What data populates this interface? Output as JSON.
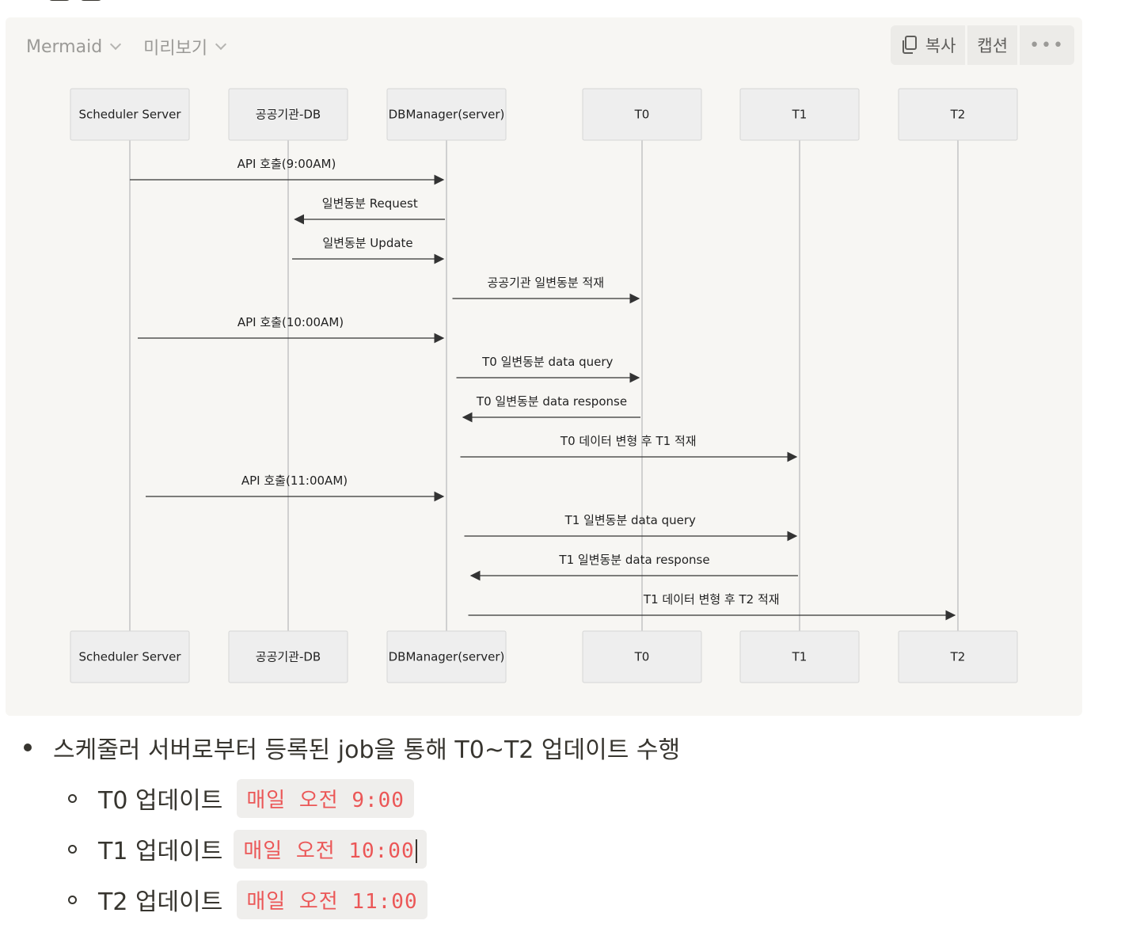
{
  "toolbar": {
    "language": "Mermaid",
    "view_mode": "미리보기",
    "copy_label": "복사",
    "caption_label": "캡션",
    "more_label": "•••"
  },
  "diagram": {
    "participants": [
      "Scheduler Server",
      "공공기관-DB",
      "DBManager(server)",
      "T0",
      "T1",
      "T2"
    ],
    "messages": [
      {
        "from": 0,
        "to": 2,
        "text": "API 호출(9:00AM)"
      },
      {
        "from": 2,
        "to": 1,
        "text": "일변동분 Request"
      },
      {
        "from": 1,
        "to": 2,
        "text": "일변동분 Update"
      },
      {
        "from": 2,
        "to": 3,
        "text": "공공기관 일변동분 적재"
      },
      {
        "from": 0,
        "to": 2,
        "text": "API 호출(10:00AM)"
      },
      {
        "from": 2,
        "to": 3,
        "text": "T0 일변동분 data query"
      },
      {
        "from": 3,
        "to": 2,
        "text": "T0 일변동분 data response"
      },
      {
        "from": 2,
        "to": 4,
        "text": "T0 데이터 변형 후 T1 적재"
      },
      {
        "from": 0,
        "to": 2,
        "text": "API 호출(11:00AM)"
      },
      {
        "from": 2,
        "to": 4,
        "text": "T1 일변동분 data query"
      },
      {
        "from": 4,
        "to": 2,
        "text": "T1 일변동분 data response"
      },
      {
        "from": 2,
        "to": 5,
        "text": "T1 데이터 변형 후 T2 적재"
      }
    ]
  },
  "bullets": {
    "main": "스케줄러 서버로부터 등록된 job을 통해 T0~T2 업데이트 수행",
    "items": [
      {
        "label": "T0 업데이트",
        "code": "매일 오전 9:00"
      },
      {
        "label": "T1 업데이트",
        "code": "매일 오전 10:00"
      },
      {
        "label": "T2 업데이트",
        "code": "매일 오전 11:00"
      }
    ]
  }
}
